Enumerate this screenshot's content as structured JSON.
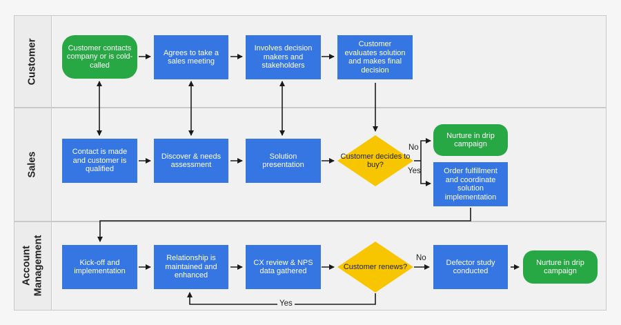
{
  "lanes": {
    "customer": "Customer",
    "sales": "Sales",
    "account": "Account Management"
  },
  "nodes": {
    "customer_contacts": "Customer contacts company or is cold-called",
    "agrees_meeting": "Agrees to take a sales meeting",
    "involves_decision_makers": "Involves decision makers and stakeholders",
    "customer_evaluates": "Customer evaluates solution and makes final decision",
    "contact_qualified": "Contact is made and customer is qualified",
    "discover_needs": "Discover & needs assessment",
    "solution_presentation": "Solution presentation",
    "decides_to_buy": "Customer decides to buy?",
    "nurture_sales": "Nurture in drip campaign",
    "order_fulfillment": "Order fulfillment and coordinate solution implementation",
    "kickoff": "Kick-off and implementation",
    "relationship": "Relationship is maintained and enhanced",
    "cx_review": "CX review & NPS data gathered",
    "renews": "Customer renews?",
    "defector_study": "Defector study conducted",
    "nurture_account": "Nurture in drip campaign"
  },
  "edge_labels": {
    "buy_no": "No",
    "buy_yes": "Yes",
    "renew_no": "No",
    "renew_yes": "Yes"
  },
  "colors": {
    "process": "#3676e3",
    "terminal": "#28a745",
    "decision": "#f7c600",
    "connector": "#1a1a1a"
  }
}
